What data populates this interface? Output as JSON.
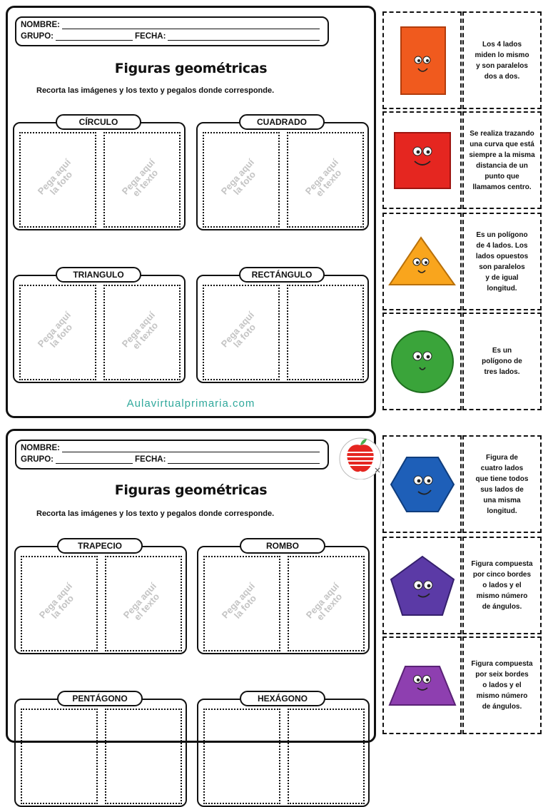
{
  "worksheets": [
    {
      "header": {
        "nombre_label": "NOMBRE:",
        "grupo_label": "GRUPO:",
        "fecha_label": "FECHA:"
      },
      "title": "Figuras geométricas",
      "instruction": "Recorta las imágenes y los texto y pegalos donde corresponde.",
      "boxes": [
        {
          "label": "CÍRCULO",
          "slot_a": [
            "Pega aquí",
            "la foto"
          ],
          "slot_b": [
            "Pega aquí",
            "el texto"
          ]
        },
        {
          "label": "CUADRADO",
          "slot_a": [
            "Pega aquí",
            "la foto"
          ],
          "slot_b": [
            "Pega aquí",
            "el texto"
          ]
        },
        {
          "label": "TRIANGULO",
          "slot_a": [
            "Pega aquí",
            "la foto"
          ],
          "slot_b": [
            "Pega aquí",
            "el texto"
          ]
        },
        {
          "label": "RECTÁNGULO",
          "slot_a": [
            "Pega aquí",
            "la foto"
          ],
          "slot_b": [
            "",
            ""
          ]
        }
      ],
      "footer": "Aulavirtualprimaria.com"
    },
    {
      "header": {
        "nombre_label": "NOMBRE:",
        "grupo_label": "GRUPO:",
        "fecha_label": "FECHA:"
      },
      "title": "Figuras geométricas",
      "instruction": "Recorta las imágenes y los texto y pegalos donde corresponde.",
      "boxes": [
        {
          "label": "TRAPECIO",
          "slot_a": [
            "Pega aquí",
            "la foto"
          ],
          "slot_b": [
            "Pega aquí",
            "el texto"
          ]
        },
        {
          "label": "ROMBO",
          "slot_a": [
            "Pega aquí",
            "la foto"
          ],
          "slot_b": [
            "Pega aquí",
            "el texto"
          ]
        },
        {
          "label": "PENTÁGONO",
          "slot_a": [
            "",
            ""
          ],
          "slot_b": [
            "",
            ""
          ]
        },
        {
          "label": "HEXÁGONO",
          "slot_a": [
            "",
            ""
          ],
          "slot_b": [
            "",
            ""
          ]
        }
      ]
    }
  ],
  "cutouts": [
    {
      "shape": "rectangle",
      "color": "#f05a1e",
      "text": [
        "Los 4 lados",
        "miden lo mismo",
        "y son paralelos",
        "dos a dos."
      ]
    },
    {
      "shape": "square",
      "color": "#e52620",
      "text": [
        "Se realiza trazando",
        "una curva que está",
        "siempre a la misma",
        "distancia de un",
        "punto que",
        "llamamos centro."
      ]
    },
    {
      "shape": "triangle",
      "color": "#f9a51d",
      "text": [
        "Es un polígono",
        "de 4 lados. Los",
        "lados opuestos",
        "son paralelos",
        "y de igual",
        "longitud."
      ]
    },
    {
      "shape": "circle",
      "color": "#3aa43a",
      "text": [
        "Es un",
        "polígono de",
        "tres lados."
      ]
    },
    {
      "shape": "hexagon",
      "color": "#1e5fb8",
      "text": [
        "Figura de",
        "cuatro lados",
        "que tiene todos",
        "sus lados de",
        "una misma",
        "longitud."
      ]
    },
    {
      "shape": "pentagon",
      "color": "#5b3aa6",
      "text": [
        "Figura compuesta",
        "por cinco bordes",
        "o lados y el",
        "mismo número",
        "de ángulos."
      ]
    },
    {
      "shape": "trapezoid",
      "color": "#8e3fb0",
      "text": [
        "Figura compuesta",
        "por seix bordes",
        "o lados y el",
        "mismo número",
        "de ángulos."
      ]
    }
  ]
}
